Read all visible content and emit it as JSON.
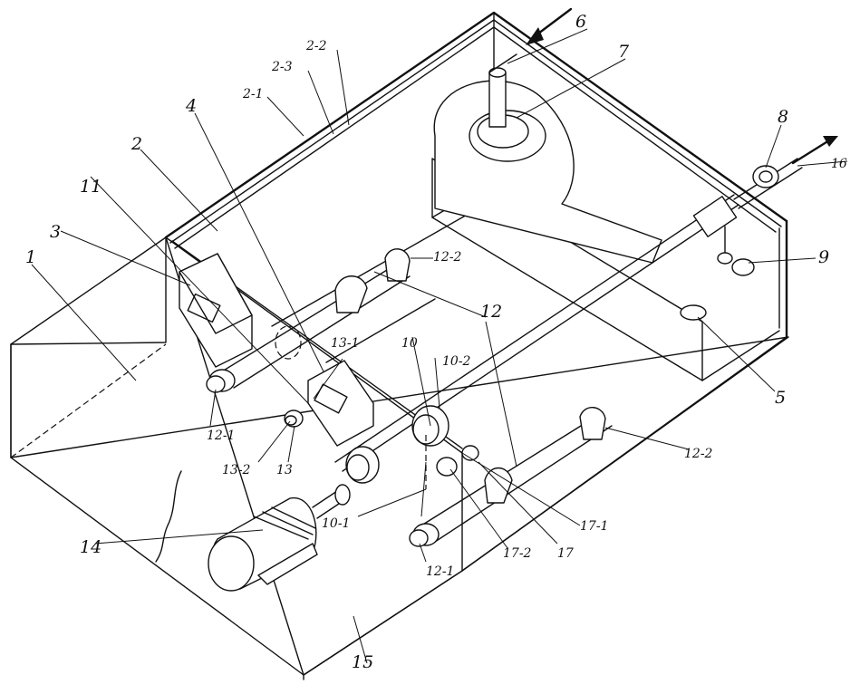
{
  "labels": {
    "l1": "1",
    "l2": "2",
    "l2_1": "2-1",
    "l2_2": "2-2",
    "l2_3": "2-3",
    "l3": "3",
    "l4": "4",
    "l5": "5",
    "l6": "6",
    "l7": "7",
    "l8": "8",
    "l9": "9",
    "l10": "10",
    "l10_1": "10-1",
    "l10_2": "10-2",
    "l11": "11",
    "l12": "12",
    "l12_1a": "12-1",
    "l12_1b": "12-1",
    "l12_2a": "12-2",
    "l12_2b": "12-2",
    "l13": "13",
    "l13_1": "13-1",
    "l13_2": "13-2",
    "l14": "14",
    "l15": "15",
    "l16": "16",
    "l17": "17",
    "l17_1": "17-1",
    "l17_2": "17-2"
  }
}
